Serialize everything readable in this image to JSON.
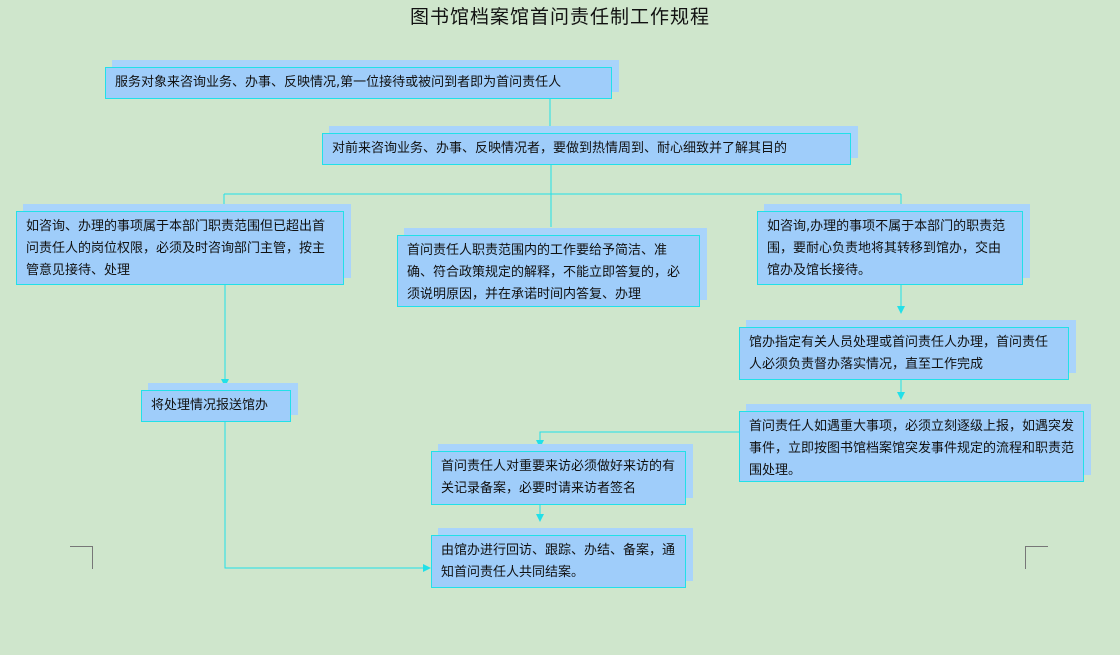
{
  "title": "图书馆档案馆首问责任制工作规程",
  "boxes": {
    "b1": "服务对象来咨询业务、办事、反映情况,第一位接待或被问到者即为首问责任人",
    "b2": "对前来咨询业务、办事、反映情况者，要做到热情周到、耐心细致并了解其目的",
    "b3": "如咨询、办理的事项属于本部门职责范围但已超出首问责任人的岗位权限，必须及时咨询部门主管，按主管意见接待、处理",
    "b4": "首问责任人职责范围内的工作要给予简洁、准确、符合政策规定的解释，不能立即答复的，必须说明原因，并在承诺时间内答复、办理",
    "b5": "如咨询,办理的事项不属于本部门的职责范围，要耐心负责地将其转移到馆办，交由馆办及馆长接待。",
    "b6": "馆办指定有关人员处理或首问责任人办理，首问责任人必须负责督办落实情况，直至工作完成",
    "b7": "将处理情况报送馆办",
    "b8": "首问责任人如遇重大事项，必须立刻逐级上报，如遇突发事件，立即按图书馆档案馆突发事件规定的流程和职责范围处理。",
    "b9": "首问责任人对重要来访必须做好来访的有关记录备案，必要时请来访者签名",
    "b10": "由馆办进行回访、跟踪、办结、备案，通知首问责任人共同结案。"
  }
}
